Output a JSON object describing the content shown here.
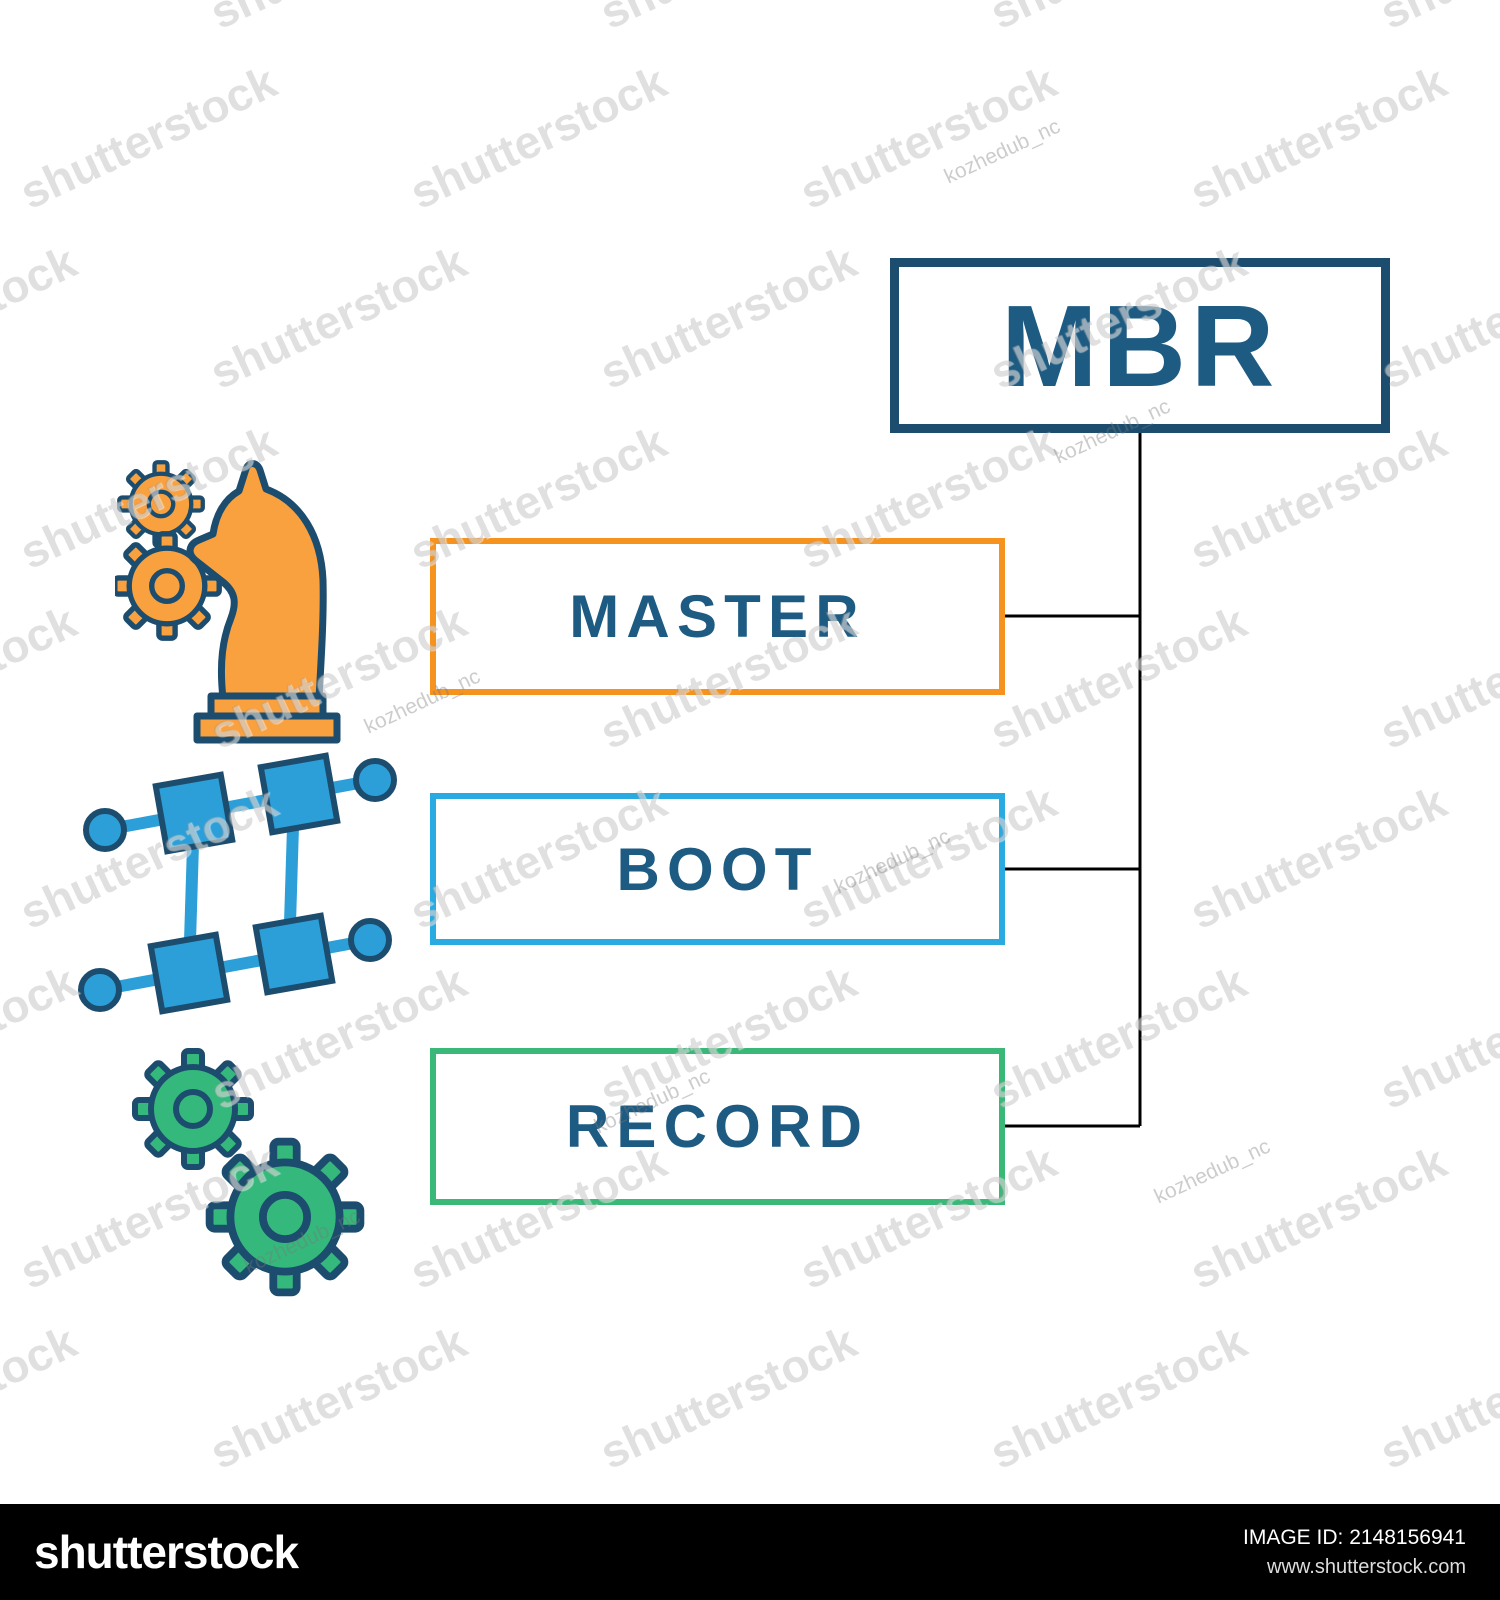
{
  "diagram": {
    "acronym": "MBR",
    "acronym_border_color": "#1c4d6e",
    "text_color": "#1d5b82",
    "connector_color": "#000000",
    "terms": [
      {
        "label": "MASTER",
        "accent_color": "#f6921e"
      },
      {
        "label": "BOOT",
        "accent_color": "#29abe2"
      },
      {
        "label": "RECORD",
        "accent_color": "#3ab878"
      }
    ]
  },
  "icons": {
    "knight": {
      "name": "chess-knight-gears-icon",
      "color": "#f9a03f",
      "outline": "#1c4d6e"
    },
    "network": {
      "name": "network-structure-icon",
      "color": "#2d9fd8",
      "outline": "#1c4d6e"
    },
    "gears": {
      "name": "double-gears-icon",
      "color": "#35b87b",
      "outline": "#1c4d6e"
    }
  },
  "watermark": {
    "text": "shutterstock",
    "credit": "kozhedub_nc"
  },
  "footer": {
    "logo_text": "shutterstock",
    "image_id_label": "IMAGE ID: 2148156941",
    "website": "www.shutterstock.com"
  }
}
